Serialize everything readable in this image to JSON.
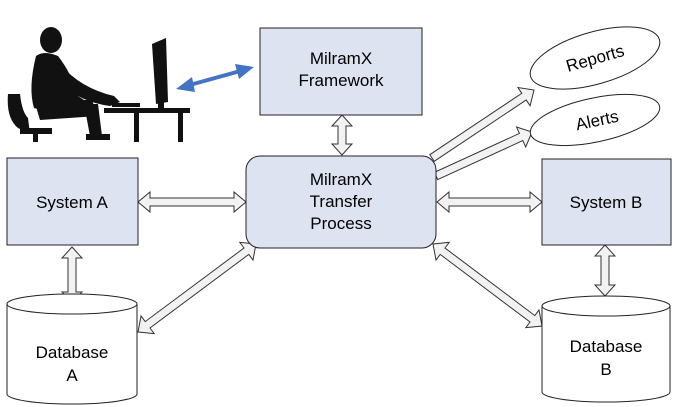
{
  "colors": {
    "box_fill": "#dde3f0",
    "box_stroke": "#222222",
    "connector_fill": "#f2f2f2",
    "connector_stroke": "#333333",
    "user_link": "#4472c4",
    "silhouette": "#111111"
  },
  "nodes": {
    "framework": {
      "line1": "MilramX",
      "line2": "Framework"
    },
    "transfer": {
      "line1": "MilramX",
      "line2": "Transfer",
      "line3": "Process"
    },
    "system_a": {
      "label": "System A"
    },
    "system_b": {
      "label": "System B"
    },
    "database_a": {
      "line1": "Database",
      "line2": "A"
    },
    "database_b": {
      "line1": "Database",
      "line2": "B"
    },
    "reports": {
      "label": "Reports"
    },
    "alerts": {
      "label": "Alerts"
    }
  },
  "icons": {
    "user": "person-at-computer-icon"
  }
}
